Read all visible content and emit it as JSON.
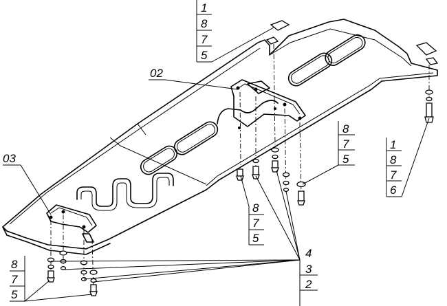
{
  "callouts": {
    "top_stack": [
      "1",
      "8",
      "7",
      "5"
    ],
    "right_stack": [
      "1",
      "8",
      "7",
      "6"
    ],
    "mid_right_stack": [
      "8",
      "7",
      "5"
    ],
    "center_stack": [
      "8",
      "7",
      "5"
    ],
    "bottom_left_stack": [
      "8",
      "7",
      "5"
    ],
    "bottom_right_stack": [
      "4",
      "3",
      "2"
    ],
    "part_02": "02",
    "part_03": "03"
  }
}
